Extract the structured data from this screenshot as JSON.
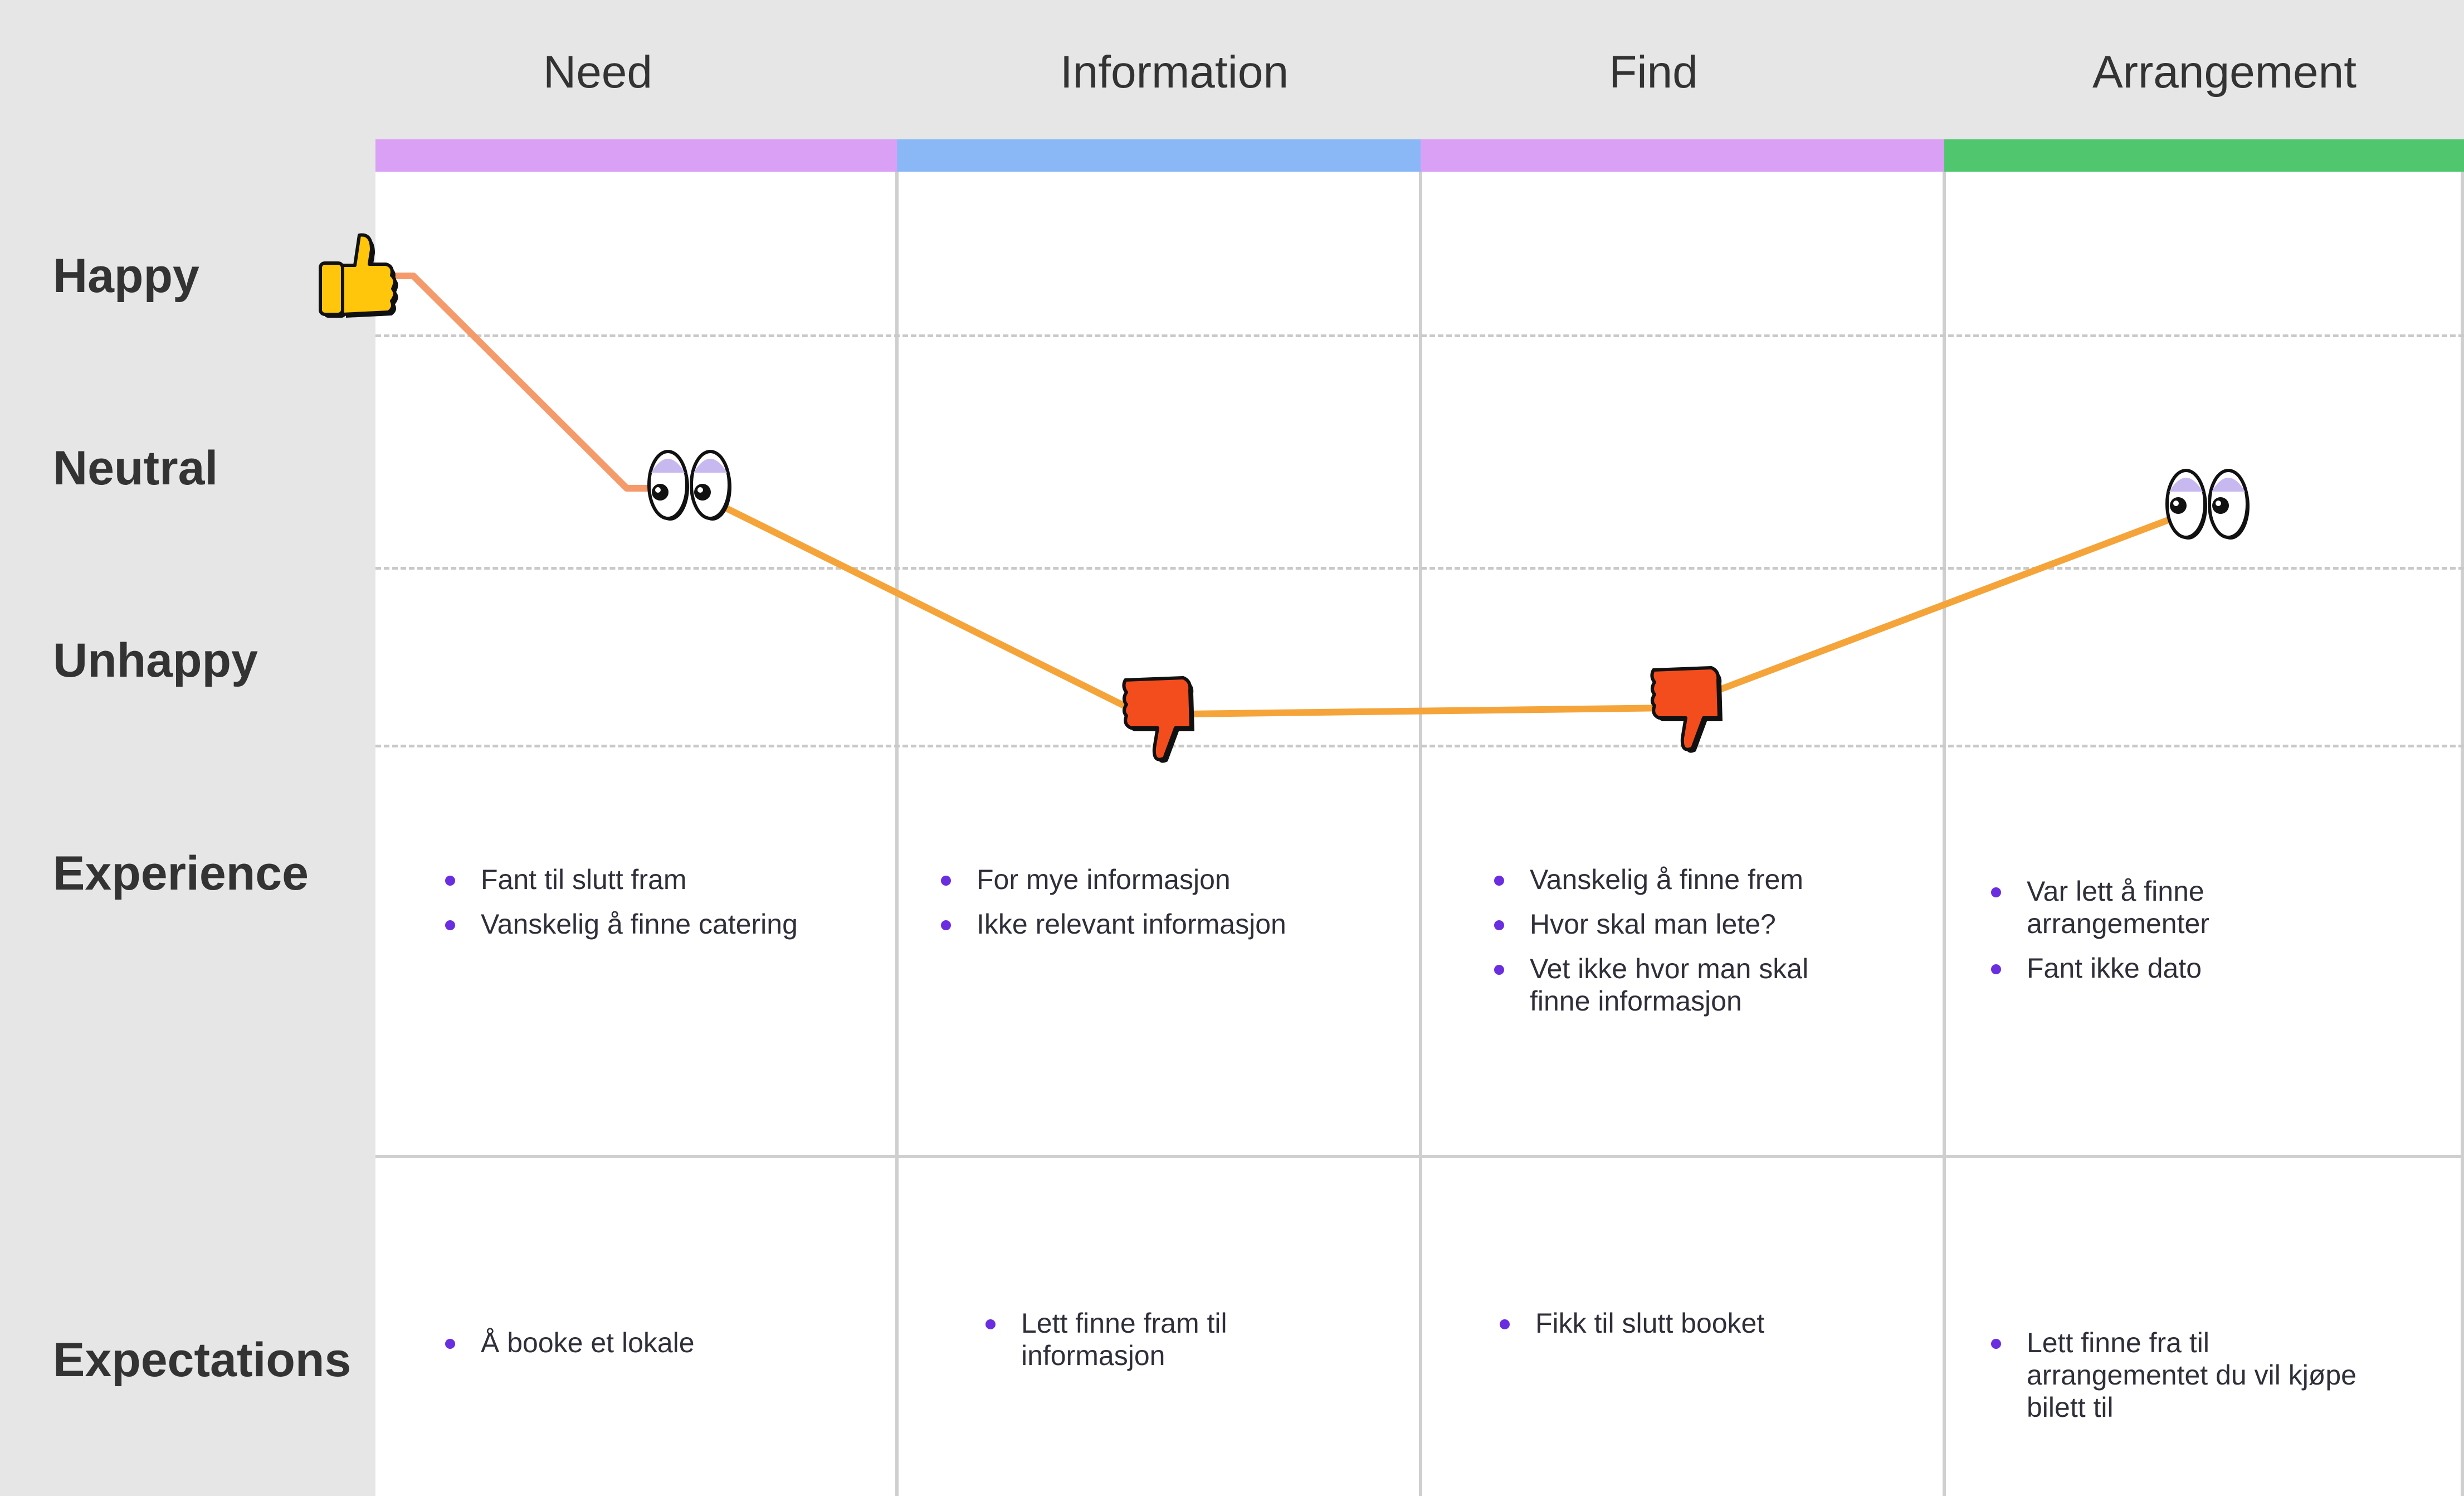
{
  "stages": [
    {
      "title": "Need",
      "color": "#d9a0f5"
    },
    {
      "title": "Information",
      "color": "#8ab8f7"
    },
    {
      "title": "Find",
      "color": "#d9a0f5"
    },
    {
      "title": "Arrangement",
      "color": "#50c76e"
    }
  ],
  "rows": {
    "happy": "Happy",
    "neutral": "Neutral",
    "unhappy": "Unhappy",
    "experience": "Experience",
    "expectations": "Expectations"
  },
  "emotion_curve": {
    "line_colors": [
      "#f59a6a",
      "#f5a43a"
    ],
    "points": [
      {
        "stage": "Need",
        "level": "Happy",
        "icon": "thumbs-up-icon"
      },
      {
        "stage": "Need",
        "level": "Neutral",
        "icon": "eyes-icon"
      },
      {
        "stage": "Information",
        "level": "Unhappy",
        "icon": "thumbs-down-icon"
      },
      {
        "stage": "Find",
        "level": "Unhappy",
        "icon": "thumbs-down-icon"
      },
      {
        "stage": "Arrangement",
        "level": "Neutral",
        "icon": "eyes-icon"
      }
    ]
  },
  "experience": [
    [
      "Fant til slutt fram",
      "Vanskelig å finne catering"
    ],
    [
      "For mye informasjon",
      "Ikke relevant informasjon"
    ],
    [
      "Vanskelig å finne frem",
      "Hvor skal man lete?",
      "Vet ikke hvor man skal finne informasjon"
    ],
    [
      "Var lett å finne arrangementer",
      "Fant ikke dato"
    ]
  ],
  "expectations": [
    [
      "Å booke et lokale"
    ],
    [
      "Lett finne fram til informasjon"
    ],
    [
      "Fikk til slutt booket"
    ],
    [
      "Lett finne fra til arrangementet du vil kjøpe bilett til"
    ]
  ]
}
